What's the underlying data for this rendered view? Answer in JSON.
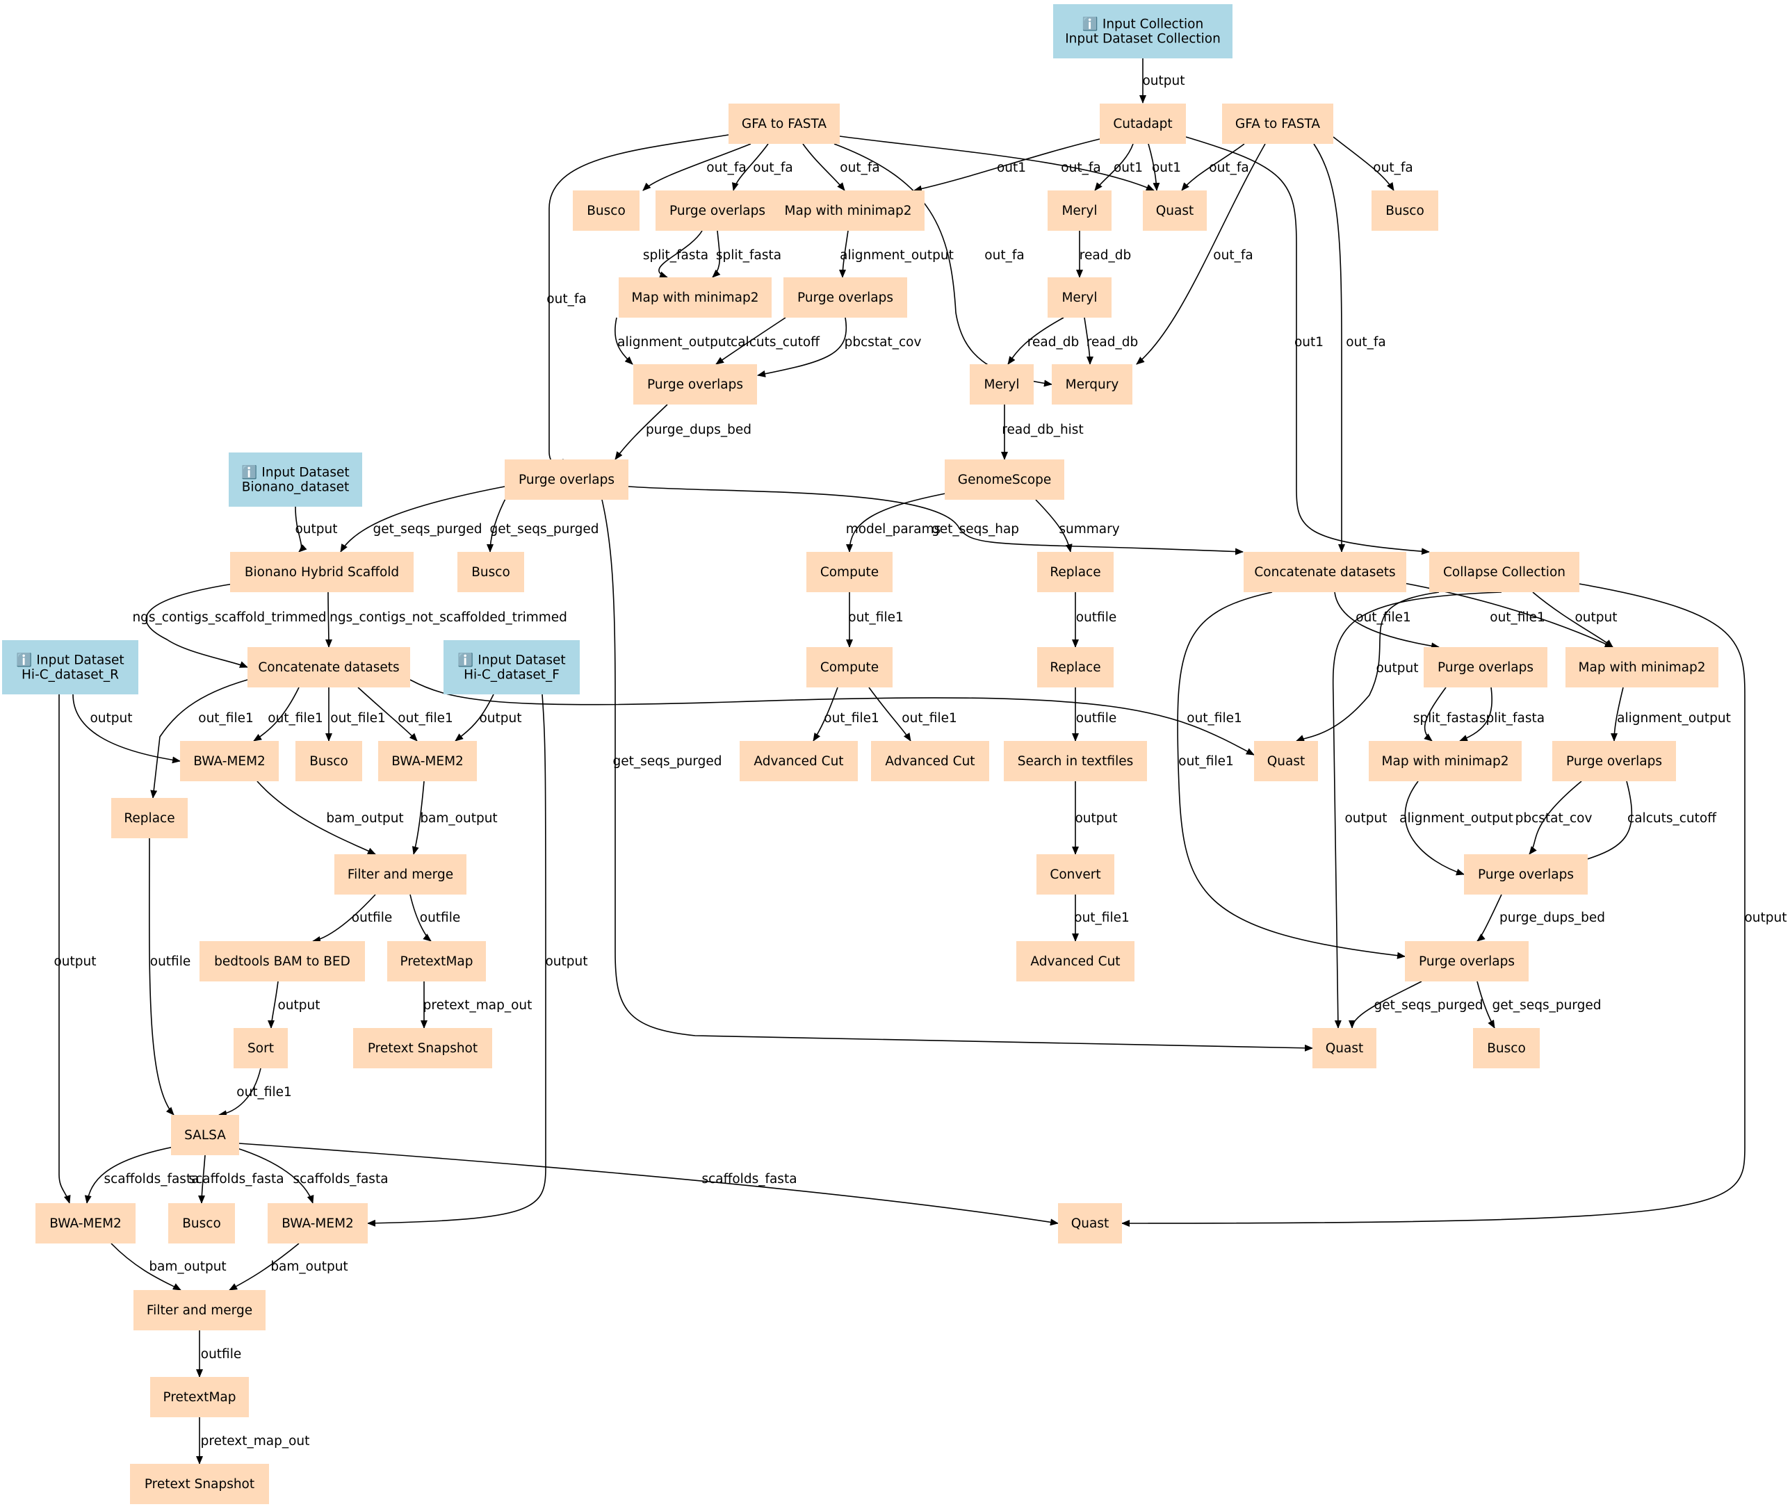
{
  "colors": {
    "input": "#add8e6",
    "tool": "#ffdab9",
    "edge": "#000000"
  },
  "nodes": {
    "n_input_collection": {
      "kind": "input",
      "icon": "info-icon",
      "glyph": "ℹ️",
      "lines": [
        "Input Collection",
        "Input Dataset Collection"
      ]
    },
    "n_cutadapt": {
      "kind": "tool",
      "lines": [
        "Cutadapt"
      ]
    },
    "n_gfa1": {
      "kind": "tool",
      "lines": [
        "GFA to FASTA"
      ]
    },
    "n_gfa2": {
      "kind": "tool",
      "lines": [
        "GFA to FASTA"
      ]
    },
    "n_busco1": {
      "kind": "tool",
      "lines": [
        "Busco"
      ]
    },
    "n_purge1": {
      "kind": "tool",
      "lines": [
        "Purge overlaps"
      ]
    },
    "n_minimap1": {
      "kind": "tool",
      "lines": [
        "Map with minimap2"
      ]
    },
    "n_meryl1": {
      "kind": "tool",
      "lines": [
        "Meryl"
      ]
    },
    "n_quast1": {
      "kind": "tool",
      "lines": [
        "Quast"
      ]
    },
    "n_busco2": {
      "kind": "tool",
      "lines": [
        "Busco"
      ]
    },
    "n_minimap2": {
      "kind": "tool",
      "lines": [
        "Map with minimap2"
      ]
    },
    "n_purge2": {
      "kind": "tool",
      "lines": [
        "Purge overlaps"
      ]
    },
    "n_meryl2": {
      "kind": "tool",
      "lines": [
        "Meryl"
      ]
    },
    "n_purge3": {
      "kind": "tool",
      "lines": [
        "Purge overlaps"
      ]
    },
    "n_meryl3": {
      "kind": "tool",
      "lines": [
        "Meryl"
      ]
    },
    "n_merqury": {
      "kind": "tool",
      "lines": [
        "Merqury"
      ]
    },
    "n_bionano_ds": {
      "kind": "input",
      "icon": "info-icon",
      "glyph": "ℹ️",
      "lines": [
        "Input Dataset",
        "Bionano_dataset"
      ]
    },
    "n_purge4": {
      "kind": "tool",
      "lines": [
        "Purge overlaps"
      ]
    },
    "n_genomescope": {
      "kind": "tool",
      "lines": [
        "GenomeScope"
      ]
    },
    "n_bionano": {
      "kind": "tool",
      "lines": [
        "Bionano Hybrid Scaffold"
      ]
    },
    "n_busco3": {
      "kind": "tool",
      "lines": [
        "Busco"
      ]
    },
    "n_compute1": {
      "kind": "tool",
      "lines": [
        "Compute"
      ]
    },
    "n_replace1": {
      "kind": "tool",
      "lines": [
        "Replace"
      ]
    },
    "n_concat2": {
      "kind": "tool",
      "lines": [
        "Concatenate datasets"
      ]
    },
    "n_collapse": {
      "kind": "tool",
      "lines": [
        "Collapse Collection"
      ]
    },
    "n_hic_r": {
      "kind": "input",
      "icon": "info-icon",
      "glyph": "ℹ️",
      "lines": [
        "Input Dataset",
        "Hi-C_dataset_R"
      ]
    },
    "n_concat1": {
      "kind": "tool",
      "lines": [
        "Concatenate datasets"
      ]
    },
    "n_hic_f": {
      "kind": "input",
      "icon": "info-icon",
      "glyph": "ℹ️",
      "lines": [
        "Input Dataset",
        "Hi-C_dataset_F"
      ]
    },
    "n_compute2": {
      "kind": "tool",
      "lines": [
        "Compute"
      ]
    },
    "n_replace2": {
      "kind": "tool",
      "lines": [
        "Replace"
      ]
    },
    "n_purge5": {
      "kind": "tool",
      "lines": [
        "Purge overlaps"
      ]
    },
    "n_minimap3": {
      "kind": "tool",
      "lines": [
        "Map with minimap2"
      ]
    },
    "n_bwa1": {
      "kind": "tool",
      "lines": [
        "BWA-MEM2"
      ]
    },
    "n_busco4": {
      "kind": "tool",
      "lines": [
        "Busco"
      ]
    },
    "n_bwa2": {
      "kind": "tool",
      "lines": [
        "BWA-MEM2"
      ]
    },
    "n_advcut1": {
      "kind": "tool",
      "lines": [
        "Advanced Cut"
      ]
    },
    "n_advcut2": {
      "kind": "tool",
      "lines": [
        "Advanced Cut"
      ]
    },
    "n_search": {
      "kind": "tool",
      "lines": [
        "Search in textfiles"
      ]
    },
    "n_quast2": {
      "kind": "tool",
      "lines": [
        "Quast"
      ]
    },
    "n_minimap4": {
      "kind": "tool",
      "lines": [
        "Map with minimap2"
      ]
    },
    "n_purge6": {
      "kind": "tool",
      "lines": [
        "Purge overlaps"
      ]
    },
    "n_replace3": {
      "kind": "tool",
      "lines": [
        "Replace"
      ]
    },
    "n_filter1": {
      "kind": "tool",
      "lines": [
        "Filter and merge"
      ]
    },
    "n_convert": {
      "kind": "tool",
      "lines": [
        "Convert"
      ]
    },
    "n_purge7": {
      "kind": "tool",
      "lines": [
        "Purge overlaps"
      ]
    },
    "n_bam2bed": {
      "kind": "tool",
      "lines": [
        "bedtools BAM to BED"
      ]
    },
    "n_pretextmap1": {
      "kind": "tool",
      "lines": [
        "PretextMap"
      ]
    },
    "n_advcut3": {
      "kind": "tool",
      "lines": [
        "Advanced Cut"
      ]
    },
    "n_purge8": {
      "kind": "tool",
      "lines": [
        "Purge overlaps"
      ]
    },
    "n_sort": {
      "kind": "tool",
      "lines": [
        "Sort"
      ]
    },
    "n_snapshot1": {
      "kind": "tool",
      "lines": [
        "Pretext Snapshot"
      ]
    },
    "n_quast3": {
      "kind": "tool",
      "lines": [
        "Quast"
      ]
    },
    "n_busco5": {
      "kind": "tool",
      "lines": [
        "Busco"
      ]
    },
    "n_salsa": {
      "kind": "tool",
      "lines": [
        "SALSA"
      ]
    },
    "n_bwa3": {
      "kind": "tool",
      "lines": [
        "BWA-MEM2"
      ]
    },
    "n_busco6": {
      "kind": "tool",
      "lines": [
        "Busco"
      ]
    },
    "n_bwa4": {
      "kind": "tool",
      "lines": [
        "BWA-MEM2"
      ]
    },
    "n_quast4": {
      "kind": "tool",
      "lines": [
        "Quast"
      ]
    },
    "n_filter2": {
      "kind": "tool",
      "lines": [
        "Filter and merge"
      ]
    },
    "n_pretextmap2": {
      "kind": "tool",
      "lines": [
        "PretextMap"
      ]
    },
    "n_snapshot2": {
      "kind": "tool",
      "lines": [
        "Pretext Snapshot"
      ]
    }
  },
  "edges": {
    "e_ic_cut": {
      "from": "n_input_collection",
      "to": "n_cutadapt",
      "label": "output"
    },
    "e_g1_busco": {
      "from": "n_gfa1",
      "to": "n_busco1",
      "label": "out_fa"
    },
    "e_g1_purge": {
      "from": "n_gfa1",
      "to": "n_purge1",
      "label": "out_fa"
    },
    "e_g1_mm": {
      "from": "n_gfa1",
      "to": "n_minimap1",
      "label": "out_fa"
    },
    "e_g1_quast": {
      "from": "n_gfa1",
      "to": "n_quast1",
      "label": "out_fa"
    },
    "e_g1_merq": {
      "from": "n_gfa1",
      "to": "n_merqury",
      "label": "out_fa"
    },
    "e_g1_purge4": {
      "from": "n_gfa1",
      "to": "n_purge4",
      "label": "out_fa"
    },
    "e_cut_mm": {
      "from": "n_cutadapt",
      "to": "n_minimap1",
      "label": "out1"
    },
    "e_cut_meryl": {
      "from": "n_cutadapt",
      "to": "n_meryl1",
      "label": "out1"
    },
    "e_cut_quast": {
      "from": "n_cutadapt",
      "to": "n_quast1",
      "label": "out1"
    },
    "e_cut_coll": {
      "from": "n_cutadapt",
      "to": "n_collapse",
      "label": "out1"
    },
    "e_g2_quast": {
      "from": "n_gfa2",
      "to": "n_quast1",
      "label": "out_fa"
    },
    "e_g2_busco": {
      "from": "n_gfa2",
      "to": "n_busco2",
      "label": "out_fa"
    },
    "e_g2_merq": {
      "from": "n_gfa2",
      "to": "n_merqury",
      "label": "out_fa"
    },
    "e_g2_concat": {
      "from": "n_gfa2",
      "to": "n_concat2",
      "label": "out_fa"
    },
    "e_p1_mm2_a": {
      "from": "n_purge1",
      "to": "n_minimap2",
      "label": "split_fasta"
    },
    "e_p1_mm2_b": {
      "from": "n_purge1",
      "to": "n_minimap2",
      "label": "split_fasta"
    },
    "e_mm1_p2": {
      "from": "n_minimap1",
      "to": "n_purge2",
      "label": "alignment_output"
    },
    "e_meryl1_2": {
      "from": "n_meryl1",
      "to": "n_meryl2",
      "label": "read_db"
    },
    "e_mm2_p3": {
      "from": "n_minimap2",
      "to": "n_purge3",
      "label": "alignment_output"
    },
    "e_p2_p3_a": {
      "from": "n_purge2",
      "to": "n_purge3",
      "label": "calcuts_cutoff"
    },
    "e_p2_p3_b": {
      "from": "n_purge2",
      "to": "n_purge3",
      "label": "pbcstat_cov"
    },
    "e_meryl2_3": {
      "from": "n_meryl2",
      "to": "n_meryl3",
      "label": "read_db"
    },
    "e_meryl2_merq": {
      "from": "n_meryl2",
      "to": "n_merqury",
      "label": "read_db"
    },
    "e_p3_p4": {
      "from": "n_purge3",
      "to": "n_purge4",
      "label": "purge_dups_bed"
    },
    "e_meryl3_gs": {
      "from": "n_meryl3",
      "to": "n_genomescope",
      "label": "read_db_hist"
    },
    "e_bds_bion": {
      "from": "n_bionano_ds",
      "to": "n_bionano",
      "label": "output"
    },
    "e_p4_bion": {
      "from": "n_purge4",
      "to": "n_bionano",
      "label": "get_seqs_purged"
    },
    "e_p4_busco": {
      "from": "n_purge4",
      "to": "n_busco3",
      "label": "get_seqs_purged"
    },
    "e_p4_concat": {
      "from": "n_purge4",
      "to": "n_concat2",
      "label": "get_seqs_hap"
    },
    "e_p4_quast": {
      "from": "n_purge4",
      "to": "n_quast3",
      "label": "get_seqs_purged"
    },
    "e_gs_comp": {
      "from": "n_genomescope",
      "to": "n_compute1",
      "label": "model_params"
    },
    "e_gs_rep": {
      "from": "n_genomescope",
      "to": "n_replace1",
      "label": "summary"
    },
    "e_bion_c1_a": {
      "from": "n_bionano",
      "to": "n_concat1",
      "label": "ngs_contigs_scaffold_trimmed"
    },
    "e_bion_c1_b": {
      "from": "n_bionano",
      "to": "n_concat1",
      "label": "ngs_contigs_not_scaffolded_trimmed"
    },
    "e_c2_p5": {
      "from": "n_concat2",
      "to": "n_purge5",
      "label": "out_file1"
    },
    "e_c2_mm3": {
      "from": "n_concat2",
      "to": "n_minimap3",
      "label": "out_file1"
    },
    "e_c2_p8": {
      "from": "n_concat2",
      "to": "n_purge8",
      "label": "out_file1"
    },
    "e_coll_mm3": {
      "from": "n_collapse",
      "to": "n_minimap3",
      "label": "output"
    },
    "e_coll_q2": {
      "from": "n_collapse",
      "to": "n_quast2",
      "label": "output"
    },
    "e_coll_q3": {
      "from": "n_collapse",
      "to": "n_quast3",
      "label": "output"
    },
    "e_coll_q4": {
      "from": "n_collapse",
      "to": "n_quast4",
      "label": "output"
    },
    "e_c1_rep3": {
      "from": "n_concat1",
      "to": "n_replace3",
      "label": "out_file1"
    },
    "e_c1_bwa1": {
      "from": "n_concat1",
      "to": "n_bwa1",
      "label": "out_file1"
    },
    "e_c1_busco": {
      "from": "n_concat1",
      "to": "n_busco4",
      "label": "out_file1"
    },
    "e_c1_bwa2": {
      "from": "n_concat1",
      "to": "n_bwa2",
      "label": "out_file1"
    },
    "e_c1_q2": {
      "from": "n_concat1",
      "to": "n_quast2",
      "label": "out_file1"
    },
    "e_hicr_bwa1": {
      "from": "n_hic_r",
      "to": "n_bwa1",
      "label": "output"
    },
    "e_hicr_bwa3": {
      "from": "n_hic_r",
      "to": "n_bwa3",
      "label": "output"
    },
    "e_hicf_bwa2": {
      "from": "n_hic_f",
      "to": "n_bwa2",
      "label": "output"
    },
    "e_hicf_bwa4": {
      "from": "n_hic_f",
      "to": "n_bwa4",
      "label": "output"
    },
    "e_comp1_2": {
      "from": "n_compute1",
      "to": "n_compute2",
      "label": "out_file1"
    },
    "e_comp2_ac1": {
      "from": "n_compute2",
      "to": "n_advcut1",
      "label": "out_file1"
    },
    "e_comp2_ac2": {
      "from": "n_compute2",
      "to": "n_advcut2",
      "label": "out_file1"
    },
    "e_rep1_2": {
      "from": "n_replace1",
      "to": "n_replace2",
      "label": "outfile"
    },
    "e_rep2_search": {
      "from": "n_replace2",
      "to": "n_search",
      "label": "outfile"
    },
    "e_p5_mm4_a": {
      "from": "n_purge5",
      "to": "n_minimap4",
      "label": "split_fasta"
    },
    "e_p5_mm4_b": {
      "from": "n_purge5",
      "to": "n_minimap4",
      "label": "split_fasta"
    },
    "e_mm3_p6": {
      "from": "n_minimap3",
      "to": "n_purge6",
      "label": "alignment_output"
    },
    "e_bwa1_f1": {
      "from": "n_bwa1",
      "to": "n_filter1",
      "label": "bam_output"
    },
    "e_bwa2_f1": {
      "from": "n_bwa2",
      "to": "n_filter1",
      "label": "bam_output"
    },
    "e_search_conv": {
      "from": "n_search",
      "to": "n_convert",
      "label": "output"
    },
    "e_mm4_p7": {
      "from": "n_minimap4",
      "to": "n_purge7",
      "label": "alignment_output"
    },
    "e_p6_p7_a": {
      "from": "n_purge6",
      "to": "n_purge7",
      "label": "pbcstat_cov"
    },
    "e_p6_p7_b": {
      "from": "n_purge6",
      "to": "n_purge7",
      "label": "calcuts_cutoff"
    },
    "e_rep3_salsa": {
      "from": "n_replace3",
      "to": "n_salsa",
      "label": "outfile"
    },
    "e_f1_bed": {
      "from": "n_filter1",
      "to": "n_bam2bed",
      "label": "outfile"
    },
    "e_f1_ptm": {
      "from": "n_filter1",
      "to": "n_pretextmap1",
      "label": "outfile"
    },
    "e_conv_ac3": {
      "from": "n_convert",
      "to": "n_advcut3",
      "label": "out_file1"
    },
    "e_p7_p8": {
      "from": "n_purge7",
      "to": "n_purge8",
      "label": "purge_dups_bed"
    },
    "e_bed_sort": {
      "from": "n_bam2bed",
      "to": "n_sort",
      "label": "output"
    },
    "e_ptm1_snap": {
      "from": "n_pretextmap1",
      "to": "n_snapshot1",
      "label": "pretext_map_out"
    },
    "e_p8_q3": {
      "from": "n_purge8",
      "to": "n_quast3",
      "label": "get_seqs_purged"
    },
    "e_p8_busco": {
      "from": "n_purge8",
      "to": "n_busco5",
      "label": "get_seqs_purged"
    },
    "e_sort_salsa": {
      "from": "n_sort",
      "to": "n_salsa",
      "label": "out_file1"
    },
    "e_salsa_bwa3": {
      "from": "n_salsa",
      "to": "n_bwa3",
      "label": "scaffolds_fasta"
    },
    "e_salsa_busco": {
      "from": "n_salsa",
      "to": "n_busco6",
      "label": "scaffolds_fasta"
    },
    "e_salsa_bwa4": {
      "from": "n_salsa",
      "to": "n_bwa4",
      "label": "scaffolds_fasta"
    },
    "e_salsa_q4": {
      "from": "n_salsa",
      "to": "n_quast4",
      "label": "scaffolds_fasta"
    },
    "e_bwa3_f2": {
      "from": "n_bwa3",
      "to": "n_filter2",
      "label": "bam_output"
    },
    "e_bwa4_f2": {
      "from": "n_bwa4",
      "to": "n_filter2",
      "label": "bam_output"
    },
    "e_f2_ptm2": {
      "from": "n_filter2",
      "to": "n_pretextmap2",
      "label": "outfile"
    },
    "e_ptm2_snap": {
      "from": "n_pretextmap2",
      "to": "n_snapshot2",
      "label": "pretext_map_out"
    }
  }
}
